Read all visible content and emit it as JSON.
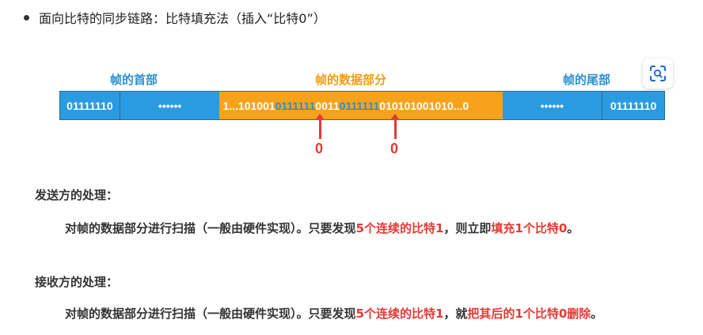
{
  "bullet": {
    "text": "面向比特的同步链路：比特填充法（插入“比特0”）"
  },
  "scan_icon": "scan-text-icon",
  "diagram": {
    "labels": {
      "head": "帧的首部",
      "data": "帧的数据部分",
      "tail": "帧的尾部"
    },
    "cells": {
      "flag_start": "01111110",
      "head_dots": "••••••",
      "data_part1": "1...101001",
      "data_hl1": "0111111",
      "data_part2": "0011",
      "data_hl2": "0111111",
      "data_part3": "010101001010...0",
      "tail_dots": "••••••",
      "flag_end": "01111110"
    },
    "inserted_bits": [
      "0",
      "0"
    ]
  },
  "sender": {
    "heading": "发送方的处理：",
    "text_a": "对帧的数据部分进行扫描（一般由硬件实现）。只要发现",
    "highlight_a": "5个连续的比特1",
    "text_b": "，则立即",
    "highlight_b": "填充1个比特0",
    "text_c": "。"
  },
  "receiver": {
    "heading": "接收方的处理：",
    "text_a": "对帧的数据部分进行扫描（一般由硬件实现）。只要发现",
    "highlight_a": "5个连续的比特1",
    "text_b": "，就",
    "highlight_b": "把其后的1个比特0删除",
    "text_c": "。"
  },
  "colors": {
    "blue": "#2a9be0",
    "orange": "#f7a21b",
    "red": "#e53935",
    "label_blue": "#2a8fd1",
    "label_orange": "#f39c12"
  }
}
